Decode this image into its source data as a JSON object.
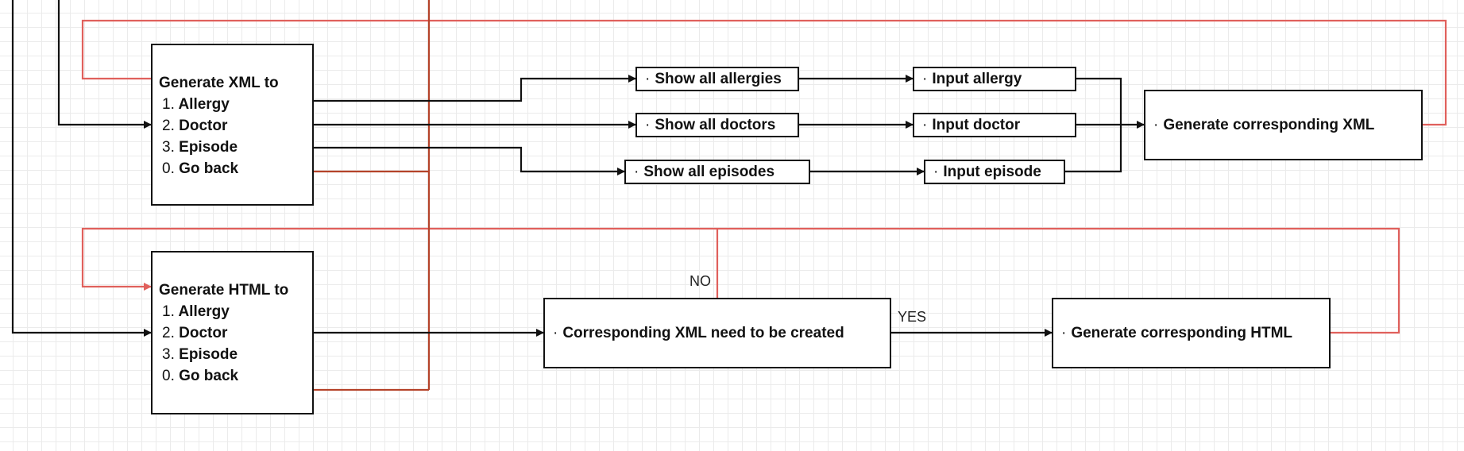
{
  "colors": {
    "flow": "#111111",
    "return_loop": "#e0605c",
    "go_back": "#b5432a",
    "grid": "#ebebeb"
  },
  "xml_menu": {
    "title": "Generate XML to",
    "items": [
      {
        "num": "1.",
        "label": "Allergy"
      },
      {
        "num": "2.",
        "label": "Doctor"
      },
      {
        "num": "3.",
        "label": "Episode"
      },
      {
        "num": "0.",
        "label": "Go back"
      }
    ]
  },
  "html_menu": {
    "title": "Generate HTML to",
    "items": [
      {
        "num": "1.",
        "label": "Allergy"
      },
      {
        "num": "2.",
        "label": "Doctor"
      },
      {
        "num": "3.",
        "label": "Episode"
      },
      {
        "num": "0.",
        "label": "Go back"
      }
    ]
  },
  "nodes": {
    "bullet": "·",
    "show_allergies": "Show all allergies",
    "show_doctors": "Show all doctors",
    "show_episodes": "Show all episodes",
    "input_allergy": "Input allergy",
    "input_doctor": "Input doctor",
    "input_episode": "Input episode",
    "generate_xml": "Generate corresponding XML",
    "check_xml": "Corresponding XML need to be created",
    "generate_html": "Generate corresponding HTML"
  },
  "labels": {
    "no": "NO",
    "yes": "YES"
  }
}
